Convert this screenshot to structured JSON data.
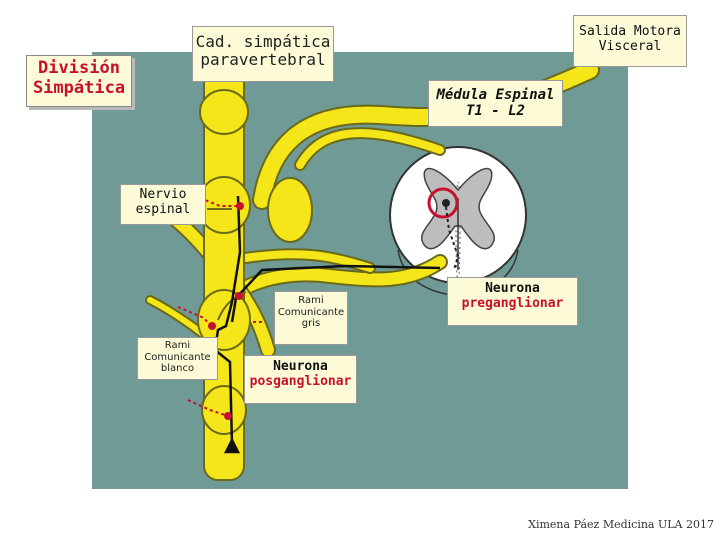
{
  "labels": {
    "division_line1": "División",
    "division_line2": "Simpática",
    "cad_line1": "Cad. simpática",
    "cad_line2": "paravertebral",
    "salida_line1": "Salida Motora",
    "salida_line2": "Visceral",
    "medula_line1": "Médula Espinal",
    "medula_line2": "T1 - L2",
    "nervio_line1": "Nervio",
    "nervio_line2": "espinal",
    "gris_line1": "Rami",
    "gris_line2": "Comunicante",
    "gris_line3": "gris",
    "blanco_line1": "Rami",
    "blanco_line2": "Comunicante",
    "blanco_line3": "blanco",
    "posg_line1": "Neurona",
    "posg_line2": "posganglionar",
    "preg_line1": "Neurona",
    "preg_line2": "preganglionar"
  },
  "credit": "Ximena Páez Medicina ULA 2017",
  "colors": {
    "background": "#6f9a95",
    "nerve": "#f5e61a",
    "nerve_outline": "#6b6a1a",
    "label_fill": "#fdfad8",
    "accent": "#c8102e"
  }
}
